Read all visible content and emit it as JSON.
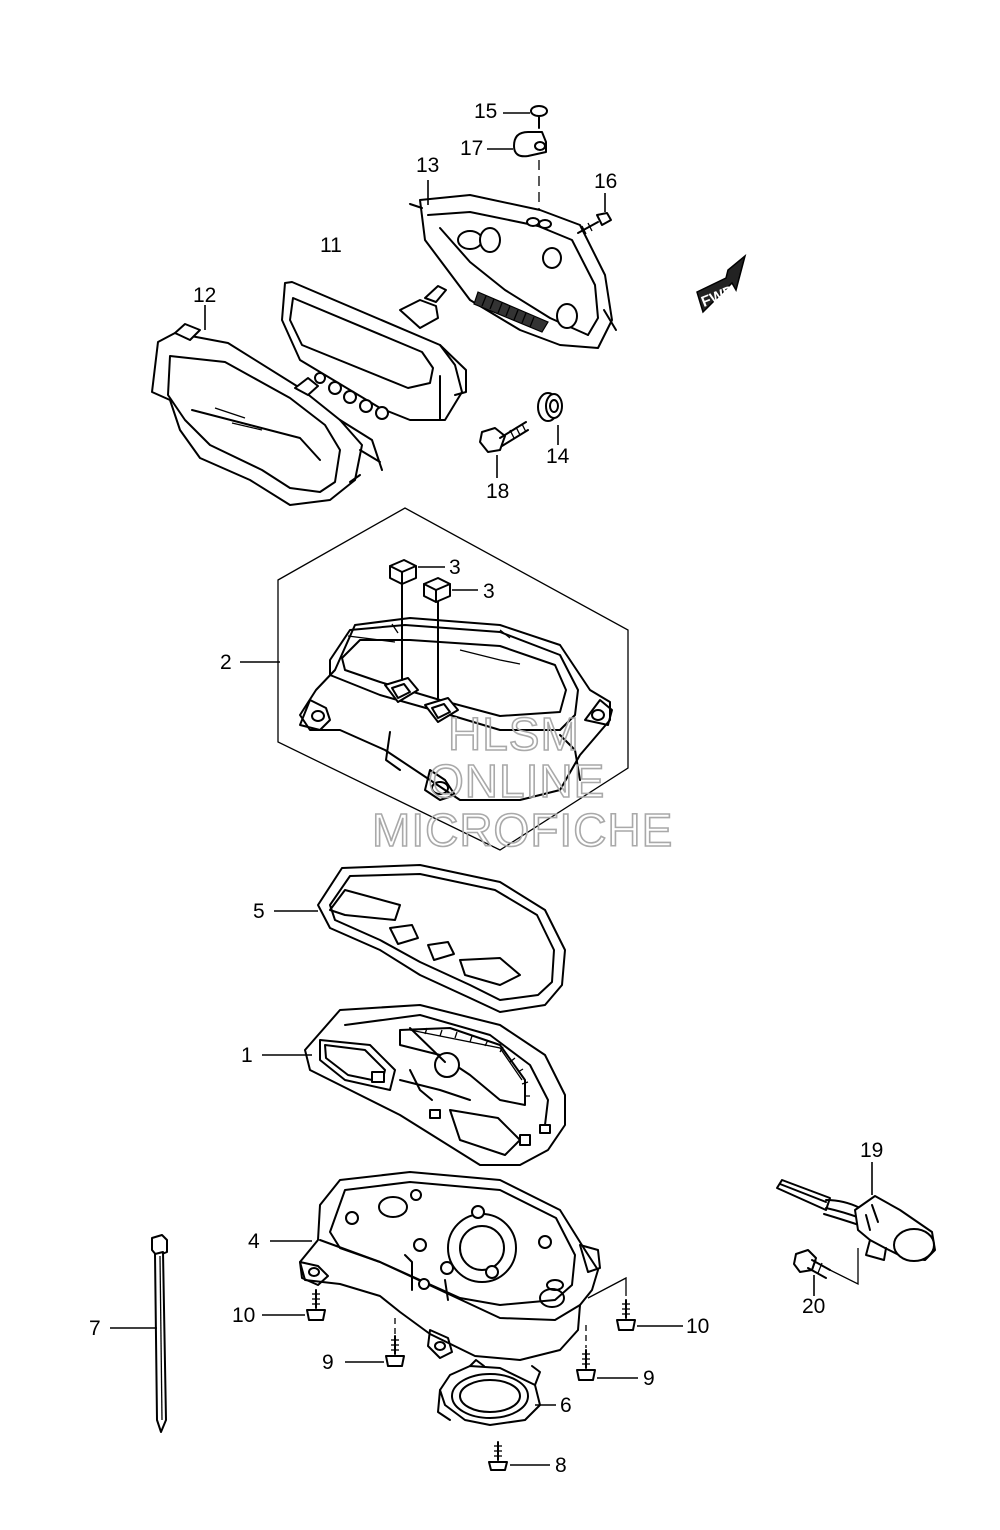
{
  "callouts": {
    "c1": "1",
    "c2": "2",
    "c3a": "3",
    "c3b": "3",
    "c4": "4",
    "c5": "5",
    "c6": "6",
    "c7": "7",
    "c8": "8",
    "c9a": "9",
    "c9b": "9",
    "c10a": "10",
    "c10b": "10",
    "c11": "11",
    "c12": "12",
    "c13": "13",
    "c14": "14",
    "c15": "15",
    "c16": "16",
    "c17": "17",
    "c18": "18",
    "c19": "19",
    "c20": "20"
  },
  "fwd_arrow": {
    "label": "FWD"
  },
  "watermark": {
    "line1": "HLSM",
    "line2": "ONLINE",
    "line3": "MICROFICHE"
  }
}
